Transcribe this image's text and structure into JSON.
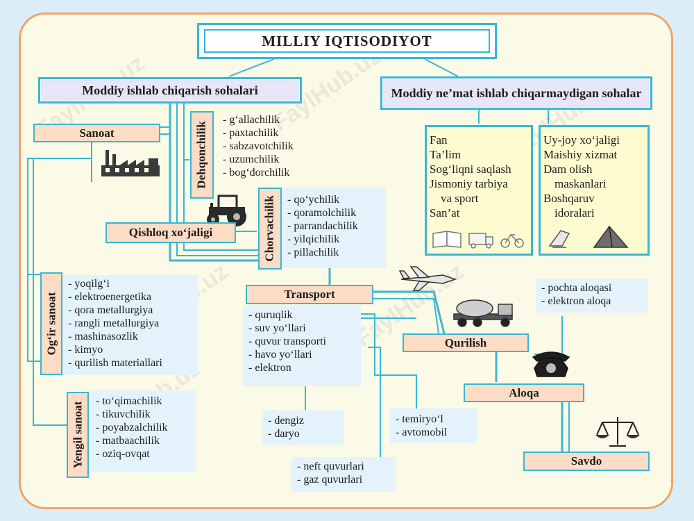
{
  "title": "MILLIY IQTISODIYOT",
  "branches": {
    "material": "Moddiy ishlab chiqarish sohalari",
    "non_material": "Moddiy ne’mat ishlab chiqarmaydigan sohalar"
  },
  "non_material_boxes": {
    "left": [
      "Fan",
      "Ta’lim",
      "Sog‘liqni saqlash",
      "Jismoniy tarbiya",
      "va sport",
      "San’at"
    ],
    "right": [
      "Uy-joy xo‘jaligi",
      "Maishiy xizmat",
      "Dam olish",
      "maskanlari",
      "Boshqaruv",
      "idoralari"
    ]
  },
  "sanoat": "Sanoat",
  "qishloq": "Qishloq xo‘jaligi",
  "dehqonchilik": {
    "label": "Dehqonchilik",
    "items": [
      "g‘allachilik",
      "paxtachilik",
      "sabzavotchilik",
      "uzumchilik",
      "bog‘dorchilik"
    ]
  },
  "chorvachilik": {
    "label": "Chorvachilik",
    "items": [
      "qo‘ychilik",
      "qoramolchilik",
      "parrandachilik",
      "yilqichilik",
      "pillachilik"
    ]
  },
  "ogir": {
    "label": "Og‘ir sanoat",
    "items": [
      "yoqilg‘i",
      "elektroenergetika",
      "qora metallurgiya",
      "rangli metallurgiya",
      "mashinasozlik",
      "kimyo",
      "qurilish materiallari"
    ]
  },
  "yengil": {
    "label": "Yengil sanoat",
    "items": [
      "to‘qimachilik",
      "tikuvchilik",
      "poyabzalchilik",
      "matbaachilik",
      "oziq-ovqat"
    ]
  },
  "transport": {
    "label": "Transport",
    "items": [
      "quruqlik",
      "suv yo‘llari",
      "quvur transporti",
      "havo yo‘llari",
      "elektron"
    ],
    "water": [
      "dengiz",
      "daryo"
    ],
    "land": [
      "temiryo‘l",
      "avtomobil"
    ],
    "pipe": [
      "neft quvurlari",
      "gaz quvurlari"
    ]
  },
  "qurilish": "Qurilish",
  "aloqa": {
    "label": "Aloqa",
    "items": [
      "pochta aloqasi",
      "elektron aloqa"
    ]
  },
  "savdo": "Savdo",
  "watermark": "FaylHub.uz",
  "colors": {
    "line": "#38b7d4",
    "frame": "#f0a468",
    "peach": "#fcdcc4",
    "yellow": "#fffbd0",
    "header": "#e6e6f6"
  },
  "icons": [
    "factory-icon",
    "tractor-icon",
    "airplane-icon",
    "cement-mixer-truck-icon",
    "telephone-icon",
    "scales-icon",
    "book-icon",
    "ambulance-icon",
    "bicycle-icon",
    "lounge-chair-icon",
    "tent-icon"
  ]
}
